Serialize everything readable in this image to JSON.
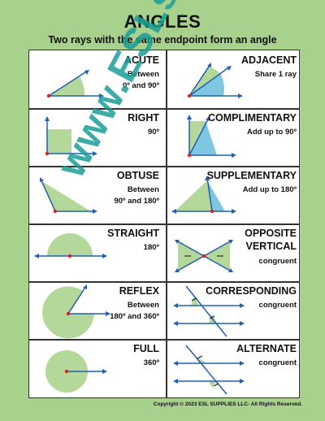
{
  "header": {
    "title": "ANGLES",
    "subtitle": "Two rays with the same endpoint form an angle"
  },
  "cells": {
    "acute": {
      "title": "ACUTE",
      "line1": "Between",
      "line2": "0º and 90º"
    },
    "adjacent": {
      "title": "ADJACENT",
      "line1": "Share 1 ray"
    },
    "right": {
      "title": "RIGHT",
      "line1": "90º"
    },
    "complimentary": {
      "title": "COMPLIMENTARY",
      "line1": "Add up to 90º"
    },
    "obtuse": {
      "title": "OBTUSE",
      "line1": "Between",
      "line2": "90º and 180º"
    },
    "supplementary": {
      "title": "SUPPLEMENTARY",
      "line1": "Add up to 180º"
    },
    "straight": {
      "title": "STRAIGHT",
      "line1": "180º"
    },
    "opposite": {
      "title": "OPPOSITE",
      "title2": "VERTICAL",
      "line1": "congruent"
    },
    "reflex": {
      "title": "REFLEX",
      "line1": "Between",
      "line2": "180º and 360º"
    },
    "corresponding": {
      "title": "CORRESPONDING",
      "line1": "congruent"
    },
    "full": {
      "title": "FULL",
      "line1": "360º"
    },
    "alternate": {
      "title": "ALTERNATE",
      "line1": "congruent"
    }
  },
  "watermark": "www.ESLsupplies.com",
  "footer": {
    "copyright": "Copyright © 2023 ESL SUPPLIES LLC- All Rights Reserved."
  },
  "colors": {
    "background": "#a9d18e",
    "fill": "#b4d89a",
    "ray": "#1f5fb4",
    "vertex": "#e02020",
    "watermark": "#1a9e9a",
    "blue_fill": "#7fc6e0"
  }
}
